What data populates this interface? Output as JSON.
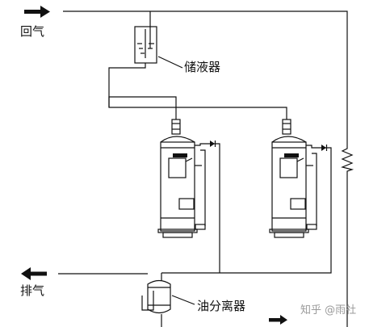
{
  "labels": {
    "return_gas": "回气",
    "receiver": "储液器",
    "discharge": "排气",
    "oil_separator": "油分离器"
  },
  "watermark": "知乎 @雨社",
  "colors": {
    "line": "#111111",
    "background": "#ffffff",
    "watermark": "#9a9a9a"
  },
  "icons": [
    "arrow-right-icon",
    "arrow-left-icon",
    "resistor-icon",
    "check-valve-icon"
  ]
}
